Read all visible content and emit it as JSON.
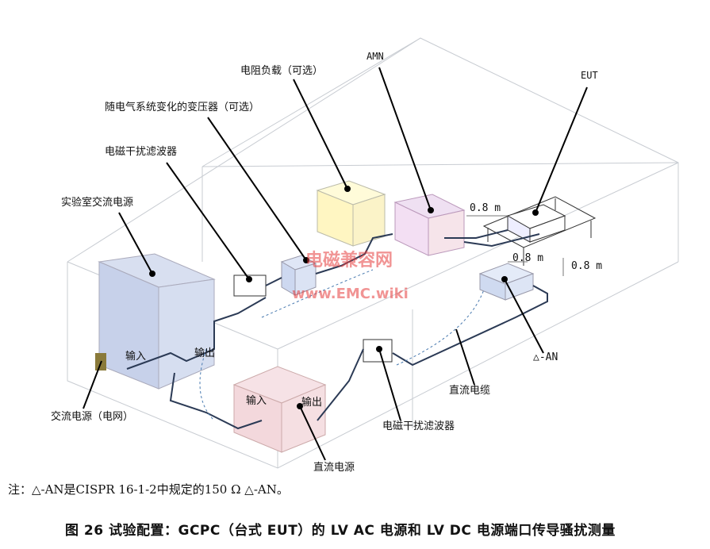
{
  "labels": {
    "resistive_load": "电阻负载（可选）",
    "amn": "AMN",
    "eut": "EUT",
    "transformer": "随电气系统变化的变压器（可选）",
    "emi_filter_ac": "电磁干扰滤波器",
    "lab_ac_power": "实验室交流电源",
    "dist_amn_eut": "0.8 m",
    "dist_an_eut": "0.8 m",
    "table_height": "0.8 m",
    "ac_input": "输入",
    "ac_output": "输出",
    "dc_input": "输入",
    "dc_output": "输出",
    "mains": "交流电源（电网）",
    "dc_power": "直流电源",
    "emi_filter_dc": "电磁干扰滤波器",
    "dc_cable": "直流电缆",
    "delta_an": "△-AN"
  },
  "watermark": {
    "line1": "电磁兼容网",
    "line2": "www.EMC.wiki"
  },
  "note": "注：△-AN是CISPR 16-1-2中规定的150 Ω  △-AN。",
  "caption": "图 26    试验配置：GCPC（台式 EUT）的 LV AC 电源和 LV DC 电源端口传导骚扰测量"
}
